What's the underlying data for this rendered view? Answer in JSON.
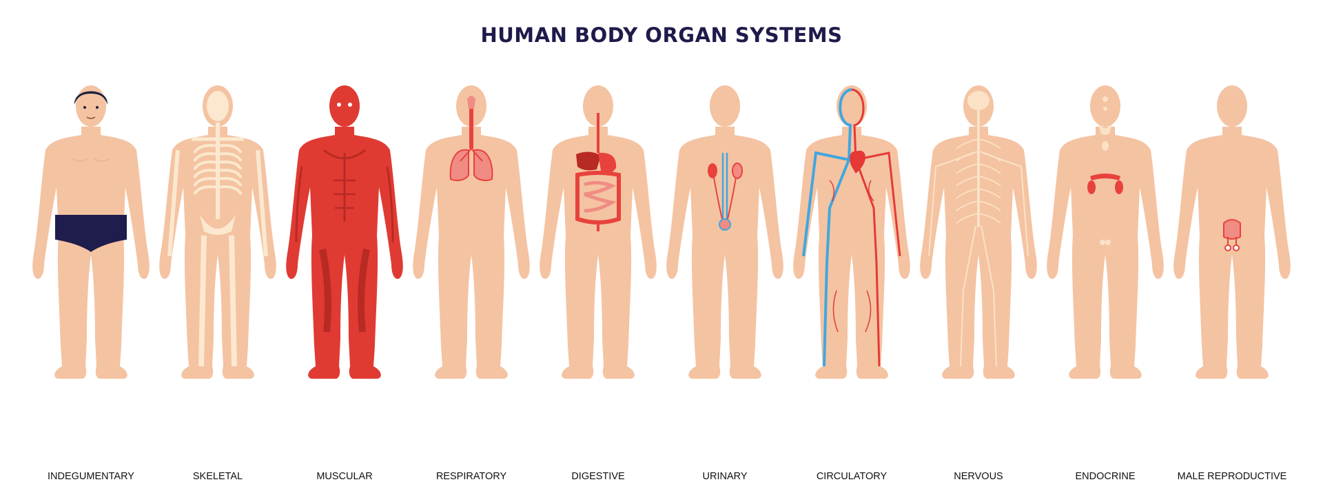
{
  "title": "HUMAN BODY ORGAN SYSTEMS",
  "colors": {
    "skin": "#f4c3a2",
    "skin_shadow": "#ebb08c",
    "title": "#1e1b4b",
    "muscle": "#df3b33",
    "muscle_dark": "#b82a24",
    "bone": "#fbe8cf",
    "hair": "#1e2040",
    "briefs": "#1f1d4d",
    "artery": "#e53935",
    "vein": "#3fa7e0",
    "nerve": "#fbe2c6",
    "organ_red": "#e8423c",
    "organ_pink": "#f08c84"
  },
  "systems": [
    {
      "label": "INDEGUMENTARY"
    },
    {
      "label": "SKELETAL"
    },
    {
      "label": "MUSCULAR"
    },
    {
      "label": "RESPIRATORY"
    },
    {
      "label": "DIGESTIVE"
    },
    {
      "label": "URINARY"
    },
    {
      "label": "CIRCULATORY"
    },
    {
      "label": "NERVOUS"
    },
    {
      "label": "ENDOCRINE"
    },
    {
      "label": "MALE REPRODUCTIVE"
    }
  ]
}
